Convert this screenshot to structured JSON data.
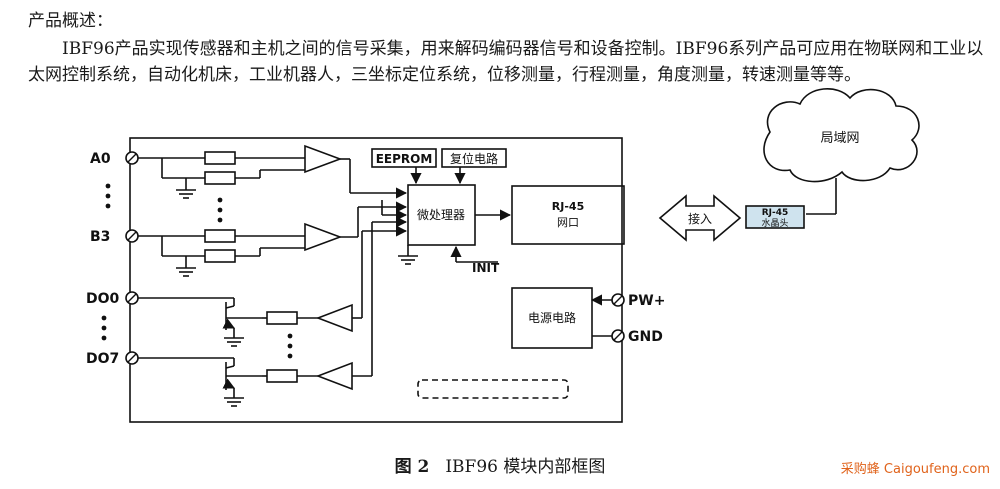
{
  "section": {
    "heading": "产品概述：",
    "paragraph": "IBF96产品实现传感器和主机之间的信号采集，用来解码编码器信号和设备控制。IBF96系列产品可应用在物联网和工业以太网控制系统，自动化机床，工业机器人，三坐标定位系统，位移测量，行程测量，角度测量，转速测量等等。"
  },
  "diagram": {
    "terminals": {
      "a0": "A0",
      "b3": "B3",
      "do0": "DO0",
      "do7": "DO7",
      "pw": "PW+",
      "gnd": "GND"
    },
    "blocks": {
      "eeprom": "EEPROM",
      "reset": "复位电路",
      "mcu": "微处理器",
      "rj45_title": "RJ-45",
      "rj45_sub": "网口",
      "power": "电源电路",
      "init": "INIT",
      "lan": "局域网",
      "connector_title": "RJ-45",
      "connector_sub": "水晶头",
      "access": "接入"
    }
  },
  "caption": {
    "number": "图 2",
    "title": "IBF96 模块内部框图"
  },
  "watermark": "采购蜂 Caigoufeng.com"
}
